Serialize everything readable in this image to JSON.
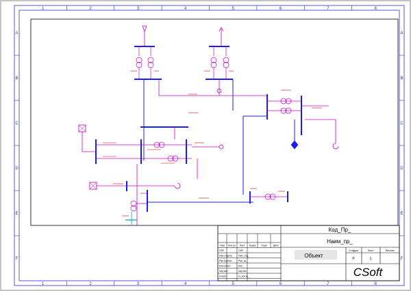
{
  "zones": {
    "columns": [
      "1",
      "2",
      "3",
      "4",
      "5",
      "6",
      "7",
      "8"
    ],
    "rows": [
      "A",
      "B",
      "C",
      "D",
      "E",
      "F"
    ]
  },
  "title_block": {
    "code": "Код_Пр_",
    "name": "Наим_пр_",
    "object": "Объект",
    "col_headers": [
      "Изм",
      "Кол.уч",
      "Лист",
      "№док",
      "Подп",
      "Дата"
    ],
    "rows": [
      {
        "role": "ГИП",
        "name": "ГИП"
      },
      {
        "role": "Нач.отдела",
        "name": "Нач_отд_"
      },
      {
        "role": "Рук.Группы",
        "name": "Рук_гр_"
      },
      {
        "role": "Исполнил",
        "name": "Исп_"
      },
      {
        "role": "Чертил",
        "name": "Чертил"
      },
      {
        "role": "Н.конт.",
        "name": "Н_контр_"
      }
    ],
    "stage_header": "Стадия",
    "sheet_header": "Лист",
    "sheets_header": "Листов",
    "stage": "Р",
    "sheet": "1",
    "company": "CSoft"
  },
  "colors": {
    "frame": "#2b2bd0",
    "bus": "#1a1aff",
    "line": "#cc00cc",
    "label": "#cc0000",
    "cyan": "#00aaaa"
  }
}
